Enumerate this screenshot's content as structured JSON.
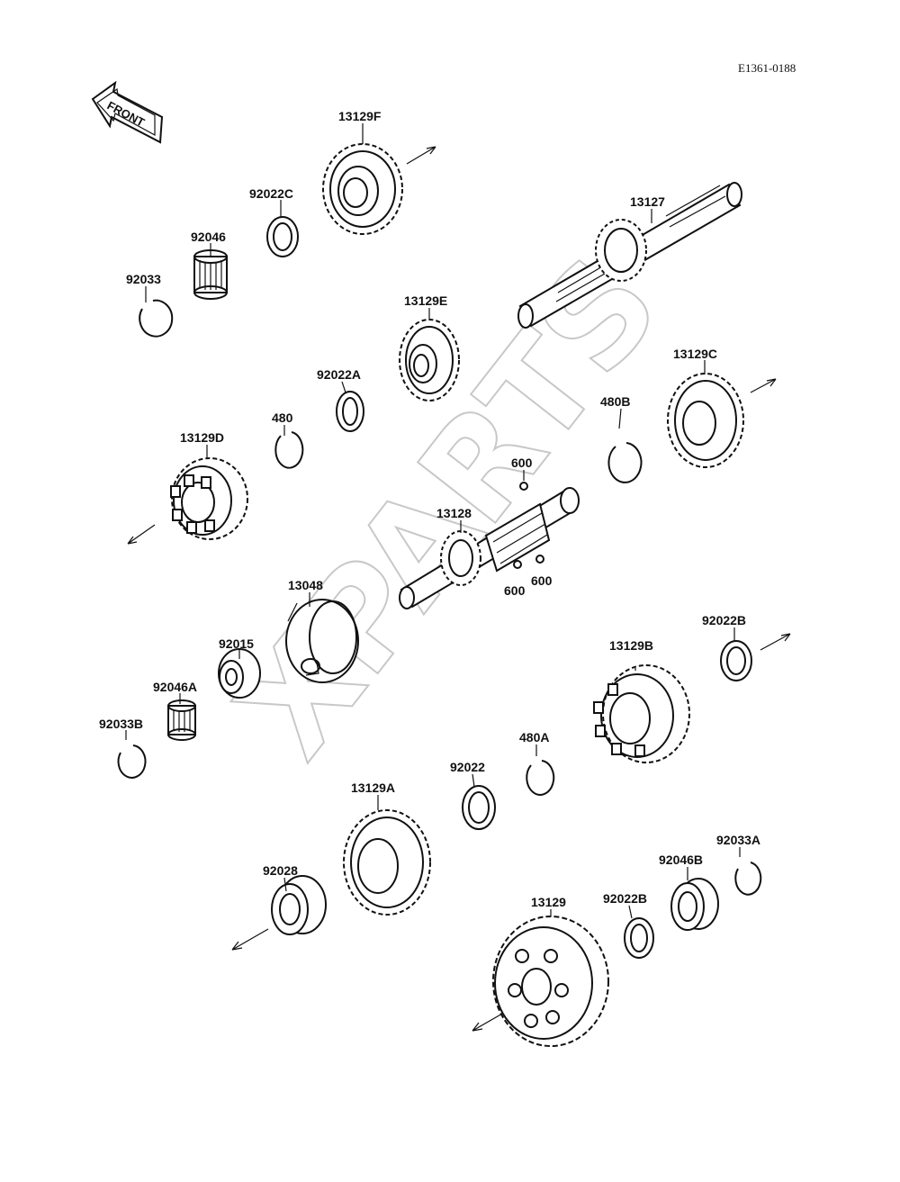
{
  "diagram": {
    "reference_code": "E1361-0188",
    "front_label": "FRONT",
    "watermark": "XPARTS",
    "part_labels": [
      "13129F",
      "92022C",
      "92046",
      "92033",
      "13127",
      "13129E",
      "92022A",
      "480",
      "13129D",
      "13129C",
      "480B",
      "600",
      "13128",
      "600",
      "600",
      "13048",
      "92015",
      "92046A",
      "92033B",
      "13129B",
      "92022B",
      "480A",
      "92022",
      "13129A",
      "92028",
      "92033A",
      "92046B",
      "92022B",
      "13129"
    ]
  }
}
